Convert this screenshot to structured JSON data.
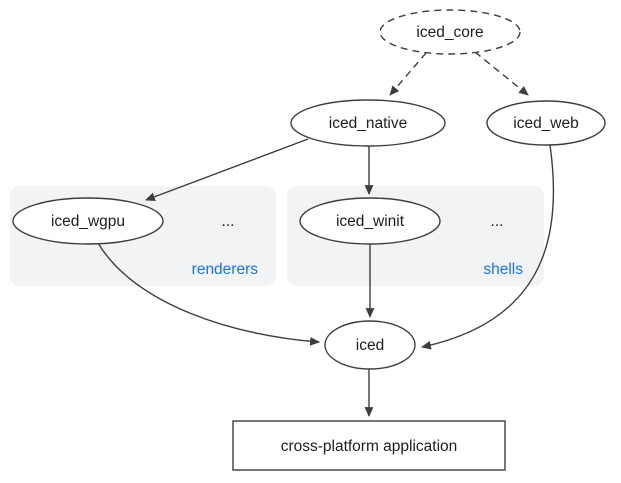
{
  "diagram": {
    "nodes": {
      "iced_core": {
        "label": "iced_core",
        "shape": "ellipse-dashed"
      },
      "iced_native": {
        "label": "iced_native",
        "shape": "ellipse"
      },
      "iced_web": {
        "label": "iced_web",
        "shape": "ellipse"
      },
      "iced_wgpu": {
        "label": "iced_wgpu",
        "shape": "ellipse"
      },
      "iced_winit": {
        "label": "iced_winit",
        "shape": "ellipse"
      },
      "iced": {
        "label": "iced",
        "shape": "ellipse"
      },
      "app": {
        "label": "cross-platform application",
        "shape": "rectangle"
      }
    },
    "groups": {
      "renderers": {
        "label": "renderers",
        "ellipsis": "...",
        "members": [
          "iced_wgpu"
        ]
      },
      "shells": {
        "label": "shells",
        "ellipsis": "...",
        "members": [
          "iced_winit"
        ]
      }
    },
    "edges": [
      {
        "from": "iced_core",
        "to": "iced_native",
        "style": "dashed"
      },
      {
        "from": "iced_core",
        "to": "iced_web",
        "style": "dashed"
      },
      {
        "from": "iced_native",
        "to": "iced_wgpu",
        "style": "solid"
      },
      {
        "from": "iced_native",
        "to": "iced_winit",
        "style": "solid"
      },
      {
        "from": "iced_wgpu",
        "to": "iced",
        "style": "solid"
      },
      {
        "from": "iced_winit",
        "to": "iced",
        "style": "solid"
      },
      {
        "from": "iced_web",
        "to": "iced",
        "style": "solid"
      },
      {
        "from": "iced",
        "to": "app",
        "style": "solid"
      }
    ],
    "colors": {
      "background": "#ffffff",
      "node_stroke": "#3d3d3d",
      "text": "#1d1d1d",
      "group_fill": "#f2f3f5",
      "group_label": "#1a73e8"
    }
  }
}
